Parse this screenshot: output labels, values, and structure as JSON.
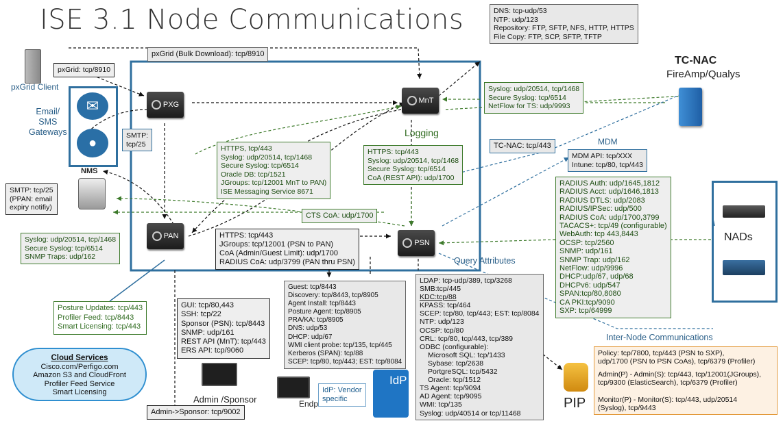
{
  "title": "ISE 3.1 Node Communications",
  "nodes": {
    "pxg": "PXG",
    "mnt": "MnT",
    "pan": "PAN",
    "psn": "PSN"
  },
  "labels": {
    "pxgrid_client": "pxGrid Client",
    "email_gateways": [
      "Email/",
      "SMS",
      "Gateways"
    ],
    "nms": "NMS",
    "logging": "Logging",
    "tcnac_title": "TC-NAC",
    "tcnac_sub": "FireAmp/Qualys",
    "mdm": "MDM",
    "nads": "NADs",
    "query_attributes": "Query Attributes",
    "inter_node": "Inter-Node Communications",
    "admin_sponsor": "Admin /Sponsor",
    "endpoint": "Endpoint",
    "idp": "IdP",
    "pip": "PIP"
  },
  "boxes": {
    "pxgrid_bulk": "pxGrid (Bulk Download): tcp/8910",
    "pxgrid_tcp": "pxGrid: tcp/8910",
    "smtp25": [
      "SMTP:",
      "tcp/25"
    ],
    "smtp_ppan": [
      "SMTP: tcp/25",
      "(PPAN: email",
      "expiry notifiy)"
    ],
    "dns_top": [
      "DNS: tcp-udp/53",
      "NTP: udp/123",
      "Repository: FTP, SFTP, NFS, HTTP, HTTPS",
      "File Copy: FTP, SCP, SFTP, TFTP"
    ],
    "mnt_syslog": [
      "Syslog: udp/20514, tcp/1468",
      "Secure Syslog: tcp/6514",
      "NetFlow for TS: udp/9993"
    ],
    "center_https": [
      "HTTPS, tcp/443",
      "Syslog: udp/20514, tcp/1468",
      "Secure Syslog: tcp/6514",
      "Oracle DB: tcp/1521",
      "JGroups: tcp/12001 MnT to PAN)",
      "ISE Messaging Service 8671"
    ],
    "psn_https": [
      "HTTPS: tcp/443",
      "Syslog: udp/20514, tcp/1468",
      "Secure Syslog: tcp/6514",
      "CoA (REST API): udp/1700"
    ],
    "tcnac_port": "TC-NAC: tcp/443",
    "mdm_api": [
      "MDM API: tcp/XXX",
      "Intune: tcp/80, tcp/443"
    ],
    "radius": [
      "RADIUS Auth: udp/1645,1812",
      "RADIUS Acct: udp/1646,1813",
      "RADIUS DTLS: udp/2083",
      "RADIUS/IPSec: udp/500",
      "RADIUS CoA: udp/1700,3799",
      "TACACS+: tcp/49 (configurable)",
      "WebAuth: tcp 443,8443",
      "OCSP: tcp/2560",
      "SNMP: udp/161",
      "SNMP Trap: udp/162",
      "NetFlow: udp/9996",
      "DHCP:udp/67, udp/68",
      "DHCPv6: udp/547",
      "SPAN:tcp/80,8080",
      "CA PKI:tcp/9090",
      "SXP: tcp/64999"
    ],
    "cts_coa": "CTS CoA: udp/1700",
    "pan_syslog": [
      "Syslog: udp/20514, tcp/1468",
      "Secure Syslog: tcp/6514",
      "SNMP Traps: udp/162"
    ],
    "pan_psn": [
      "HTTPS: tcp/443",
      "JGroups: tcp/12001 (PSN to PAN)",
      "CoA (Admin/Guest Limit): udp/1700",
      "RADIUS CoA: udp/3799 (PAN thru PSN)"
    ],
    "posture": [
      "Posture Updates: tcp/443",
      "Profiler Feed: tcp/8443",
      "Smart Licensing: tcp/443"
    ],
    "cloud": [
      "Cloud Services",
      "Cisco.com/Perfigo.com",
      "Amazon S3 and CloudFront",
      "Profiler Feed Service",
      "Smart Licensing"
    ],
    "gui": [
      "GUI: tcp/80,443",
      "SSH: tcp/22",
      "Sponsor (PSN): tcp/8443",
      "SNMP: udp/161",
      "REST API (MnT): tcp/443",
      "ERS API: tcp/9060"
    ],
    "admin_sponsor_port": "Admin->Sponsor: tcp/9002",
    "guest": [
      "Guest: tcp/8443",
      "Discovery: tcp/8443, tcp/8905",
      "Agent Install: tcp/8443",
      "Posture Agent: tcp/8905",
      "PRA/KA: tcp/8905",
      "DNS: udp/53",
      "DHCP: udp/67",
      "WMI client probe: tcp/135, tcp/445",
      "Kerberos (SPAN): tcp/88",
      "SCEP: tcp/80, tcp/443; EST: tcp/8084"
    ],
    "idp_vendor": [
      "IdP: Vendor",
      "specific"
    ],
    "ldap": [
      "LDAP: tcp-udp/389, tcp/3268",
      "SMB:tcp/445",
      "KDC:tcp/88",
      "KPASS: tcp/464",
      "SCEP: tcp/80, tcp/443; EST: tcp/8084",
      "NTP: udp/123",
      "OCSP: tcp/80",
      "CRL: tcp/80, tcp/443, tcp/389",
      "ODBC (configurable):",
      "    Microsoft SQL: tcp/1433",
      "    Sybase: tcp/2638",
      "    PortgreSQL: tcp/5432",
      "    Oracle: tcp/1512",
      "TS Agent: tcp/9094",
      "AD Agent: tcp/9095",
      "WMI: tcp/135",
      "Syslog: udp/40514 or tcp/11468"
    ],
    "policy": [
      "Policy: tcp/7800, tcp/443 (PSN to SXP),",
      "udp/1700 (PSN to PSN CoAs), tcp/6379 (Profiler)",
      "",
      "Admin(P) - Admin(S): tcp/443, tcp/12001(JGroups),",
      "tcp/9300 (ElasticSearch), tcp/6379 (Profiler)",
      "",
      "",
      "Monitor(P) - Monitor(S): tcp/443, udp/20514",
      "(Syslog), tcp/9443"
    ]
  },
  "colors": {
    "green": "#3d7a2b",
    "blue": "#2f6f9e",
    "orange": "#e39a3b"
  },
  "icons": [
    "server-icon",
    "mail-icon",
    "chat-icon",
    "database-icon",
    "laptop-icon",
    "firewall-icon",
    "switch-icon",
    "fingerprint-icon"
  ]
}
